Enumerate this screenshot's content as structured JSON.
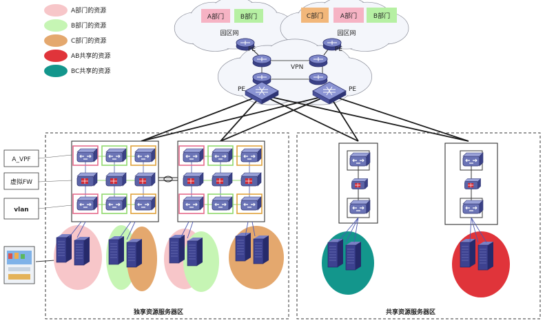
{
  "legend": [
    {
      "label": "A部门的资源",
      "color": "#f7c6c9"
    },
    {
      "label": "B部门的资源",
      "color": "#c6f5b4"
    },
    {
      "label": "C部门的资源",
      "color": "#e4a86e"
    },
    {
      "label": "AB共享的资源",
      "color": "#e0343a"
    },
    {
      "label": "BC共享的资源",
      "color": "#13968c"
    }
  ],
  "campus": [
    {
      "label": "园区网",
      "departments": [
        {
          "label": "A部门",
          "color": "#f6b3c4"
        },
        {
          "label": "B部门",
          "color": "#b6f0a3"
        }
      ]
    },
    {
      "label": "园区网",
      "departments": [
        {
          "label": "C部门",
          "color": "#f2b77a"
        },
        {
          "label": "A部门",
          "color": "#f6b3c4"
        },
        {
          "label": "B部门",
          "color": "#b6f0a3"
        }
      ]
    }
  ],
  "pe_label": "PE",
  "core_label": "VPN",
  "side_labels": [
    "A_VPF",
    "虚拟FW",
    "vlan"
  ],
  "zones": {
    "exclusive": "独享资源服务器区",
    "shared": "共享资源服务器区"
  },
  "colors": {
    "switch_fill": "#6b74b6",
    "switch_dark": "#3a4187",
    "server_fill": "#3d4290",
    "a": "#f7c6c9",
    "b": "#c6f5b4",
    "c": "#e4a86e",
    "ab": "#e0343a",
    "bc": "#13968c"
  }
}
